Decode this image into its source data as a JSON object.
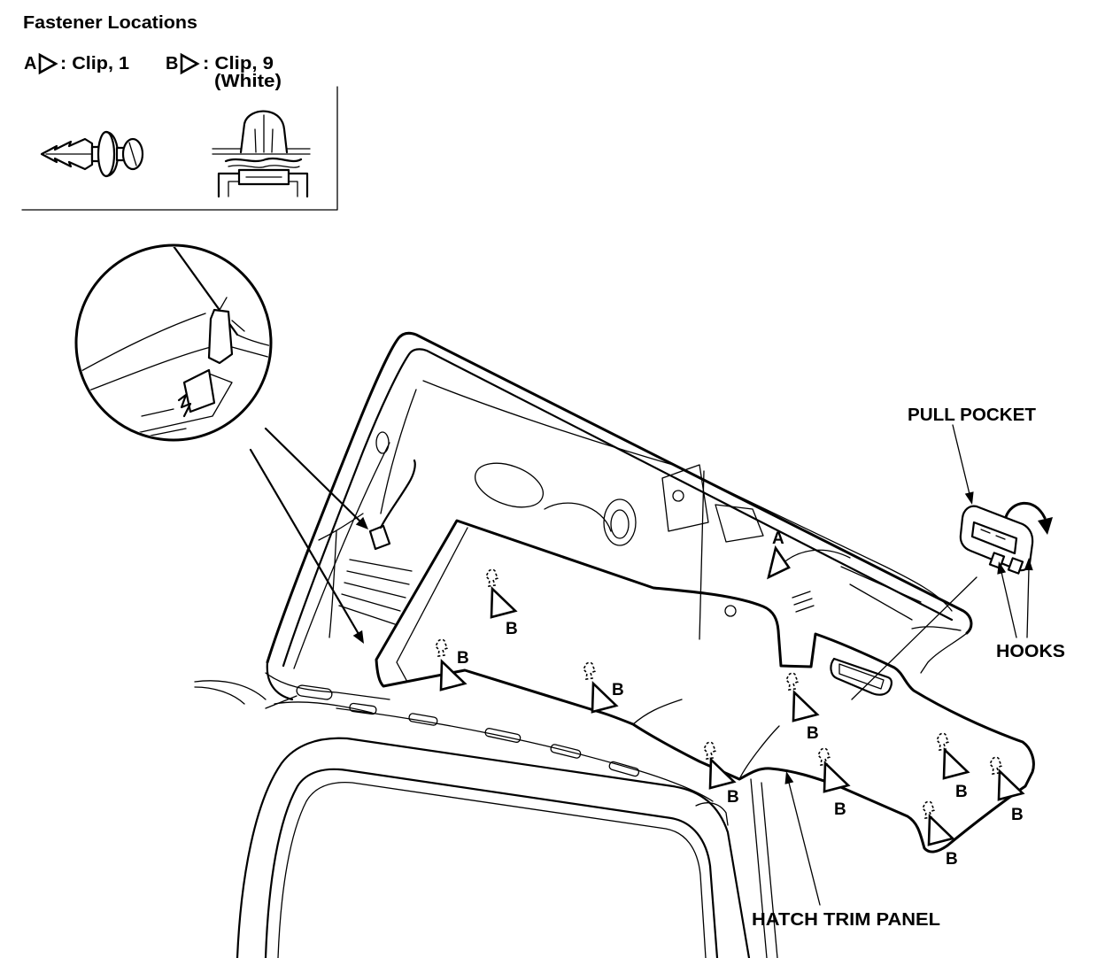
{
  "colors": {
    "line": "#000000",
    "background": "#ffffff"
  },
  "legend": {
    "title": "Fastener Locations",
    "clip_a": {
      "letter": "A",
      "text": ": Clip, 1",
      "icon": "outline-triangle-icon"
    },
    "clip_b": {
      "letter": "B",
      "text": ": Clip, 9",
      "note": "(White)",
      "icon": "outline-triangle-icon"
    }
  },
  "callouts": {
    "pull_pocket": "PULL POCKET",
    "hooks": "HOOKS",
    "hatch_trim_panel": "HATCH TRIM PANEL"
  },
  "fasteners": [
    {
      "label": "A"
    },
    {
      "label": "B"
    },
    {
      "label": "B"
    },
    {
      "label": "B"
    },
    {
      "label": "B"
    },
    {
      "label": "B"
    },
    {
      "label": "B"
    },
    {
      "label": "B"
    },
    {
      "label": "B"
    },
    {
      "label": "B"
    }
  ]
}
